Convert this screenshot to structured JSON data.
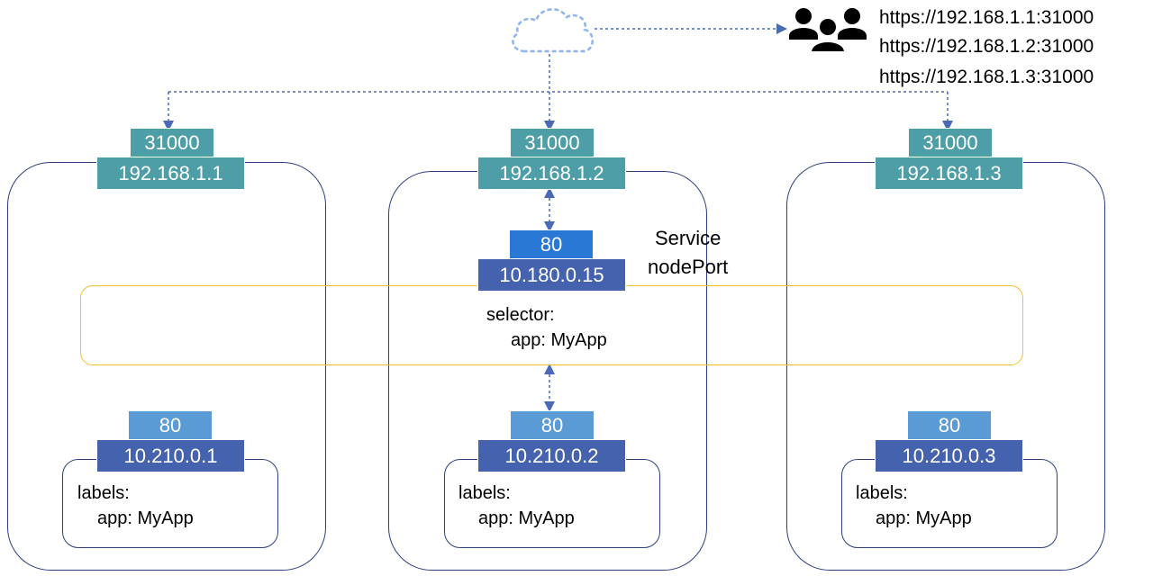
{
  "colors": {
    "node_border": "#2f3f7f",
    "node_port": "#4d9ea6",
    "node_ip": "#4d9ea6",
    "service_port": "#2a78d6",
    "service_ip": "#4462ad",
    "pod_port": "#5b9bd5",
    "pod_ip": "#4462ad",
    "service_band": "#f2c12e",
    "arrow": "#4a6ab8",
    "cloud": "#8fb4ec"
  },
  "icons": {
    "cloud": "cloud-icon",
    "users": "users-icon"
  },
  "urls": [
    "https://192.168.1.1:31000",
    "https://192.168.1.2:31000",
    "https://192.168.1.3:31000"
  ],
  "nodes": [
    {
      "node_port": "31000",
      "ip": "192.168.1.1",
      "pod": {
        "port": "80",
        "ip": "10.210.0.1",
        "labels_title": "labels:",
        "label": "app: MyApp"
      }
    },
    {
      "node_port": "31000",
      "ip": "192.168.1.2",
      "pod": {
        "port": "80",
        "ip": "10.210.0.2",
        "labels_title": "labels:",
        "label": "app: MyApp"
      }
    },
    {
      "node_port": "31000",
      "ip": "192.168.1.3",
      "pod": {
        "port": "80",
        "ip": "10.210.0.3",
        "labels_title": "labels:",
        "label": "app: MyApp"
      }
    }
  ],
  "service": {
    "port": "80",
    "ip": "10.180.0.15",
    "title_line1": "Service",
    "title_line2": "nodePort",
    "selector_title": "selector:",
    "selector": "app: MyApp"
  }
}
